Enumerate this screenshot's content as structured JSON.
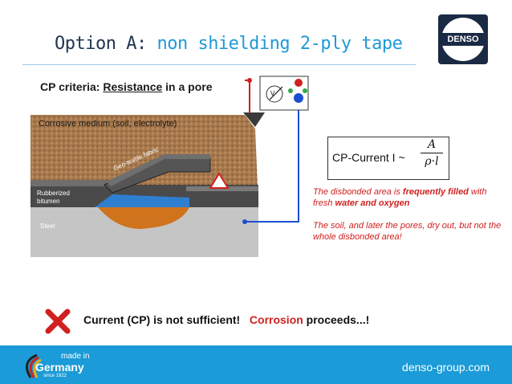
{
  "title": {
    "prefix": "Option A:",
    "highlight": "non shielding 2-ply tape"
  },
  "logo": {
    "text": "DENSO"
  },
  "cp_criteria": {
    "label": "CP criteria:",
    "underlined": "Resistance",
    "suffix": "in a pore"
  },
  "meter": {
    "label": "V",
    "plus": "+",
    "minus": "−"
  },
  "layers": {
    "medium": "Corrosive medium (soil, electrolyte)",
    "geotextile": "Geo-textile fabric",
    "rubberized": "Rubberized",
    "bitumen": "bitumen",
    "steel": "Steel"
  },
  "formula": {
    "text": "CP-Current  I ~",
    "numerator": "A",
    "denominator": "ρ·l"
  },
  "note1": {
    "a": "The disbonded area is ",
    "b": "frequently filled",
    "c": " with fresh ",
    "d": "water and oxygen"
  },
  "note2": {
    "text": "The soil, and later the pores, dry out, but not the whole disbonded area!"
  },
  "bottom": {
    "a": "Current (CP) is not sufficient!",
    "b": "Corrosion",
    "c": " proceeds...!"
  },
  "footer": {
    "url": "denso-group.com",
    "made": "made in",
    "country": "Germany",
    "since": "since 1922"
  },
  "colors": {
    "accent": "#1e9ad6",
    "red": "#d0201f",
    "footer": "#1b9bd7",
    "soil": "#a8794f",
    "water": "#2f7fd1",
    "rust": "#d0731d"
  }
}
